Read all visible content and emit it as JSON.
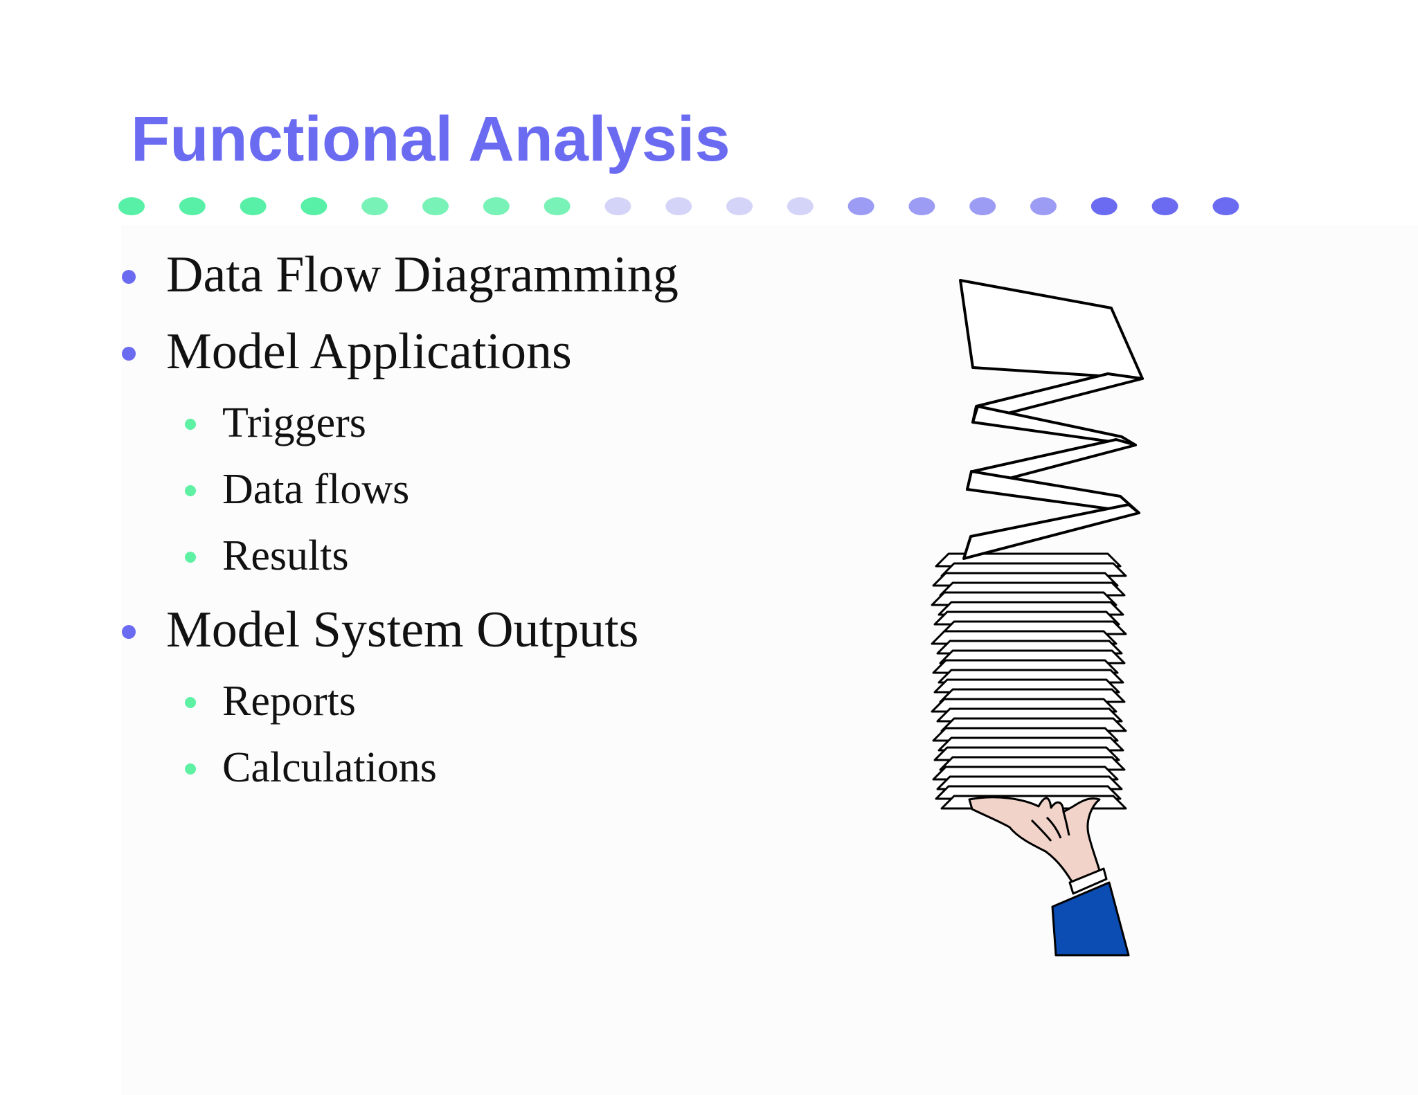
{
  "slide": {
    "title": "Functional Analysis",
    "accent_colors": {
      "title": "#6b6bf2",
      "level1_bullet": "#6b6bf2",
      "level2_bullet": "#5ef0a3",
      "sleeve": "#0b4db3",
      "skin": "#f1d3c9"
    },
    "divider_dot_colors": [
      "#57f0a6",
      "#57f0a6",
      "#57f0a6",
      "#57f0a6",
      "#78f2b6",
      "#78f2b6",
      "#78f2b6",
      "#78f2b6",
      "#d4d4f8",
      "#d4d4f8",
      "#d4d4f8",
      "#d4d4f8",
      "#9c9cf5",
      "#9c9cf5",
      "#9c9cf5",
      "#9c9cf5",
      "#6b6bf2",
      "#6b6bf2",
      "#6b6bf2"
    ],
    "bullets": [
      {
        "label": "Data Flow Diagramming"
      },
      {
        "label": "Model Applications",
        "children": [
          {
            "label": "Triggers"
          },
          {
            "label": "Data flows"
          },
          {
            "label": "Results"
          }
        ]
      },
      {
        "label": "Model System Outputs",
        "children": [
          {
            "label": "Reports"
          },
          {
            "label": "Calculations"
          }
        ]
      }
    ],
    "illustration_icon": "hand-holding-paper-stack-icon"
  }
}
